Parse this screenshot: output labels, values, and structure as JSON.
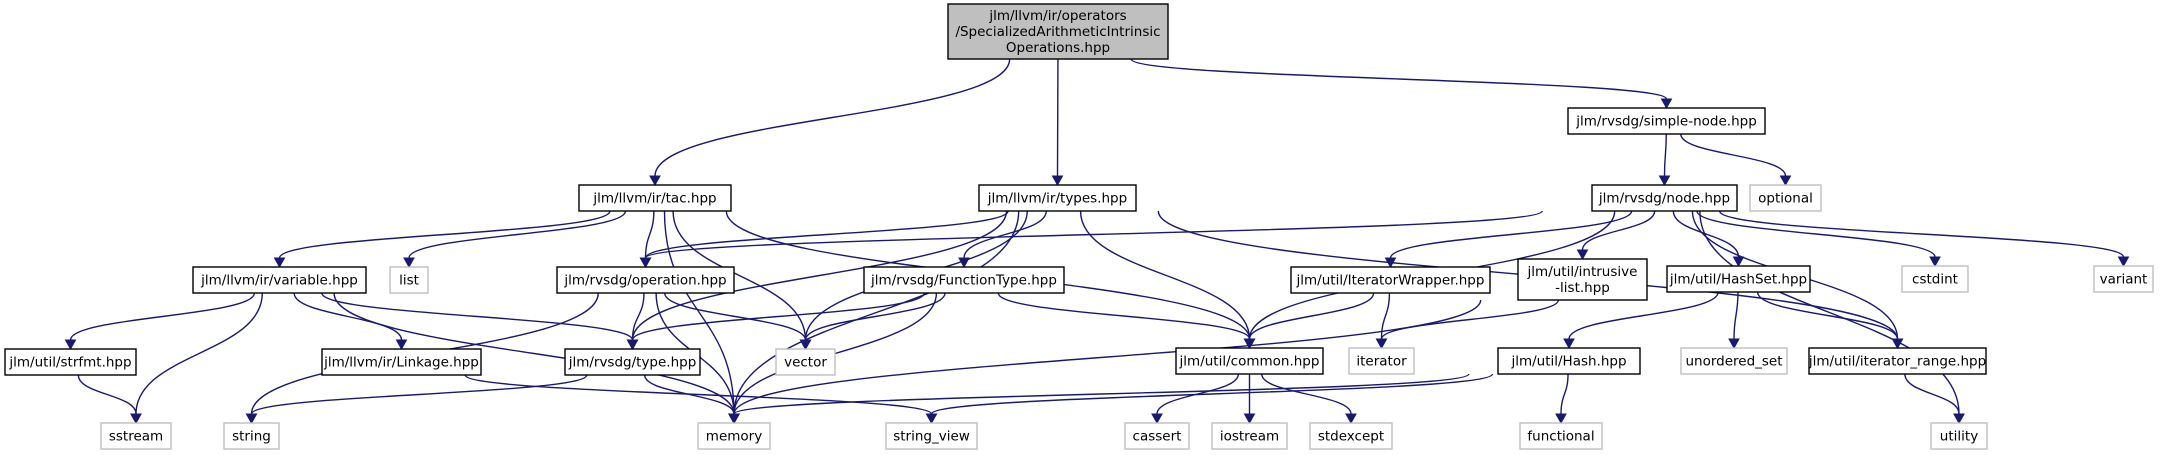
{
  "graph": {
    "title": "jlm/llvm/ir/operators/SpecializedArithmeticIntrinsicOperations.hpp include dependency graph",
    "colors": {
      "edge": "#191970",
      "root_fill": "#bfbfbf",
      "local_border": "#000000",
      "system_border": "#bfbfbf"
    },
    "nodes": [
      {
        "id": "root",
        "kind": "root",
        "lines": [
          "jlm/llvm/ir/operators",
          "/SpecializedArithmeticIntrinsic",
          "Operations.hpp"
        ]
      },
      {
        "id": "simple_node",
        "kind": "local",
        "lines": [
          "jlm/rvsdg/simple-node.hpp"
        ]
      },
      {
        "id": "tac",
        "kind": "local",
        "lines": [
          "jlm/llvm/ir/tac.hpp"
        ]
      },
      {
        "id": "types",
        "kind": "local",
        "lines": [
          "jlm/llvm/ir/types.hpp"
        ]
      },
      {
        "id": "node",
        "kind": "local",
        "lines": [
          "jlm/rvsdg/node.hpp"
        ]
      },
      {
        "id": "optional",
        "kind": "system",
        "lines": [
          "optional"
        ]
      },
      {
        "id": "variable",
        "kind": "local",
        "lines": [
          "jlm/llvm/ir/variable.hpp"
        ]
      },
      {
        "id": "list",
        "kind": "system",
        "lines": [
          "list"
        ]
      },
      {
        "id": "operation",
        "kind": "local",
        "lines": [
          "jlm/rvsdg/operation.hpp"
        ]
      },
      {
        "id": "functiontype",
        "kind": "local",
        "lines": [
          "jlm/rvsdg/FunctionType.hpp"
        ]
      },
      {
        "id": "iteratorwrapper",
        "kind": "local",
        "lines": [
          "jlm/util/IteratorWrapper.hpp"
        ]
      },
      {
        "id": "intrusive",
        "kind": "local",
        "lines": [
          "jlm/util/intrusive",
          "-list.hpp"
        ]
      },
      {
        "id": "hashset",
        "kind": "local",
        "lines": [
          "jlm/util/HashSet.hpp"
        ]
      },
      {
        "id": "cstdint",
        "kind": "system",
        "lines": [
          "cstdint"
        ]
      },
      {
        "id": "variant",
        "kind": "system",
        "lines": [
          "variant"
        ]
      },
      {
        "id": "strfmt",
        "kind": "local",
        "lines": [
          "jlm/util/strfmt.hpp"
        ]
      },
      {
        "id": "linkage",
        "kind": "local",
        "lines": [
          "jlm/llvm/ir/Linkage.hpp"
        ]
      },
      {
        "id": "type",
        "kind": "local",
        "lines": [
          "jlm/rvsdg/type.hpp"
        ]
      },
      {
        "id": "vector",
        "kind": "system",
        "lines": [
          "vector"
        ]
      },
      {
        "id": "common",
        "kind": "local",
        "lines": [
          "jlm/util/common.hpp"
        ]
      },
      {
        "id": "iterator",
        "kind": "system",
        "lines": [
          "iterator"
        ]
      },
      {
        "id": "hash",
        "kind": "local",
        "lines": [
          "jlm/util/Hash.hpp"
        ]
      },
      {
        "id": "unordered_set",
        "kind": "system",
        "lines": [
          "unordered_set"
        ]
      },
      {
        "id": "iterator_range",
        "kind": "local",
        "lines": [
          "jlm/util/iterator_range.hpp"
        ]
      },
      {
        "id": "sstream",
        "kind": "system",
        "lines": [
          "sstream"
        ]
      },
      {
        "id": "string",
        "kind": "system",
        "lines": [
          "string"
        ]
      },
      {
        "id": "memory",
        "kind": "system",
        "lines": [
          "memory"
        ]
      },
      {
        "id": "string_view",
        "kind": "system",
        "lines": [
          "string_view"
        ]
      },
      {
        "id": "cassert",
        "kind": "system",
        "lines": [
          "cassert"
        ]
      },
      {
        "id": "iostream",
        "kind": "system",
        "lines": [
          "iostream"
        ]
      },
      {
        "id": "stdexcept",
        "kind": "system",
        "lines": [
          "stdexcept"
        ]
      },
      {
        "id": "functional",
        "kind": "system",
        "lines": [
          "functional"
        ]
      },
      {
        "id": "utility",
        "kind": "system",
        "lines": [
          "utility"
        ]
      }
    ],
    "edges": [
      [
        "root",
        "tac"
      ],
      [
        "root",
        "types"
      ],
      [
        "root",
        "simple_node"
      ],
      [
        "simple_node",
        "node"
      ],
      [
        "simple_node",
        "optional"
      ],
      [
        "tac",
        "variable"
      ],
      [
        "tac",
        "list"
      ],
      [
        "tac",
        "operation"
      ],
      [
        "tac",
        "memory"
      ],
      [
        "tac",
        "vector"
      ],
      [
        "tac",
        "common"
      ],
      [
        "types",
        "operation"
      ],
      [
        "types",
        "type"
      ],
      [
        "types",
        "functiontype"
      ],
      [
        "types",
        "vector"
      ],
      [
        "types",
        "memory"
      ],
      [
        "types",
        "common"
      ],
      [
        "types",
        "iterator_range"
      ],
      [
        "node",
        "operation"
      ],
      [
        "node",
        "common"
      ],
      [
        "node",
        "iteratorwrapper"
      ],
      [
        "node",
        "intrusive"
      ],
      [
        "node",
        "hashset"
      ],
      [
        "node",
        "cstdint"
      ],
      [
        "node",
        "iterator_range"
      ],
      [
        "node",
        "utility"
      ],
      [
        "node",
        "variant"
      ],
      [
        "variable",
        "strfmt"
      ],
      [
        "variable",
        "sstream"
      ],
      [
        "variable",
        "linkage"
      ],
      [
        "variable",
        "type"
      ],
      [
        "variable",
        "memory"
      ],
      [
        "operation",
        "string"
      ],
      [
        "operation",
        "type"
      ],
      [
        "operation",
        "vector"
      ],
      [
        "operation",
        "memory"
      ],
      [
        "functiontype",
        "type"
      ],
      [
        "functiontype",
        "vector"
      ],
      [
        "functiontype",
        "memory"
      ],
      [
        "functiontype",
        "common"
      ],
      [
        "iteratorwrapper",
        "common"
      ],
      [
        "iteratorwrapper",
        "iterator"
      ],
      [
        "intrusive",
        "iterator"
      ],
      [
        "intrusive",
        "memory"
      ],
      [
        "hashset",
        "hash"
      ],
      [
        "hashset",
        "unordered_set"
      ],
      [
        "hashset",
        "iterator_range"
      ],
      [
        "strfmt",
        "sstream"
      ],
      [
        "linkage",
        "string_view"
      ],
      [
        "type",
        "string"
      ],
      [
        "type",
        "memory"
      ],
      [
        "common",
        "cassert"
      ],
      [
        "common",
        "iostream"
      ],
      [
        "common",
        "stdexcept"
      ],
      [
        "hash",
        "string_view"
      ],
      [
        "hash",
        "memory"
      ],
      [
        "hash",
        "functional"
      ],
      [
        "iterator_range",
        "utility"
      ]
    ]
  }
}
